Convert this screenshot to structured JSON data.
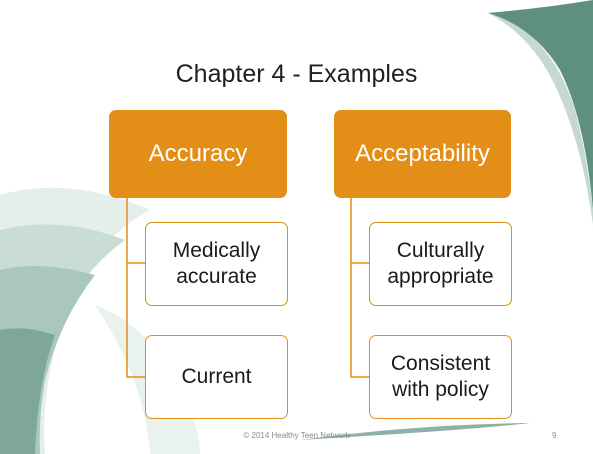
{
  "slide": {
    "title": "Chapter 4 - Examples",
    "footer": "© 2014  Healthy Teen Network",
    "page_number": "9"
  },
  "colors": {
    "accent": "#e38e16",
    "decor_dark": "#5f8f81",
    "decor_light": "#d3e4dc"
  },
  "diagram": {
    "groups": [
      {
        "label": "Accuracy",
        "children": [
          {
            "text": "Medically accurate"
          },
          {
            "text": "Current"
          }
        ]
      },
      {
        "label": "Acceptability",
        "children": [
          {
            "text": "Culturally appropriate"
          },
          {
            "text": "Consistent with policy"
          }
        ]
      }
    ]
  }
}
